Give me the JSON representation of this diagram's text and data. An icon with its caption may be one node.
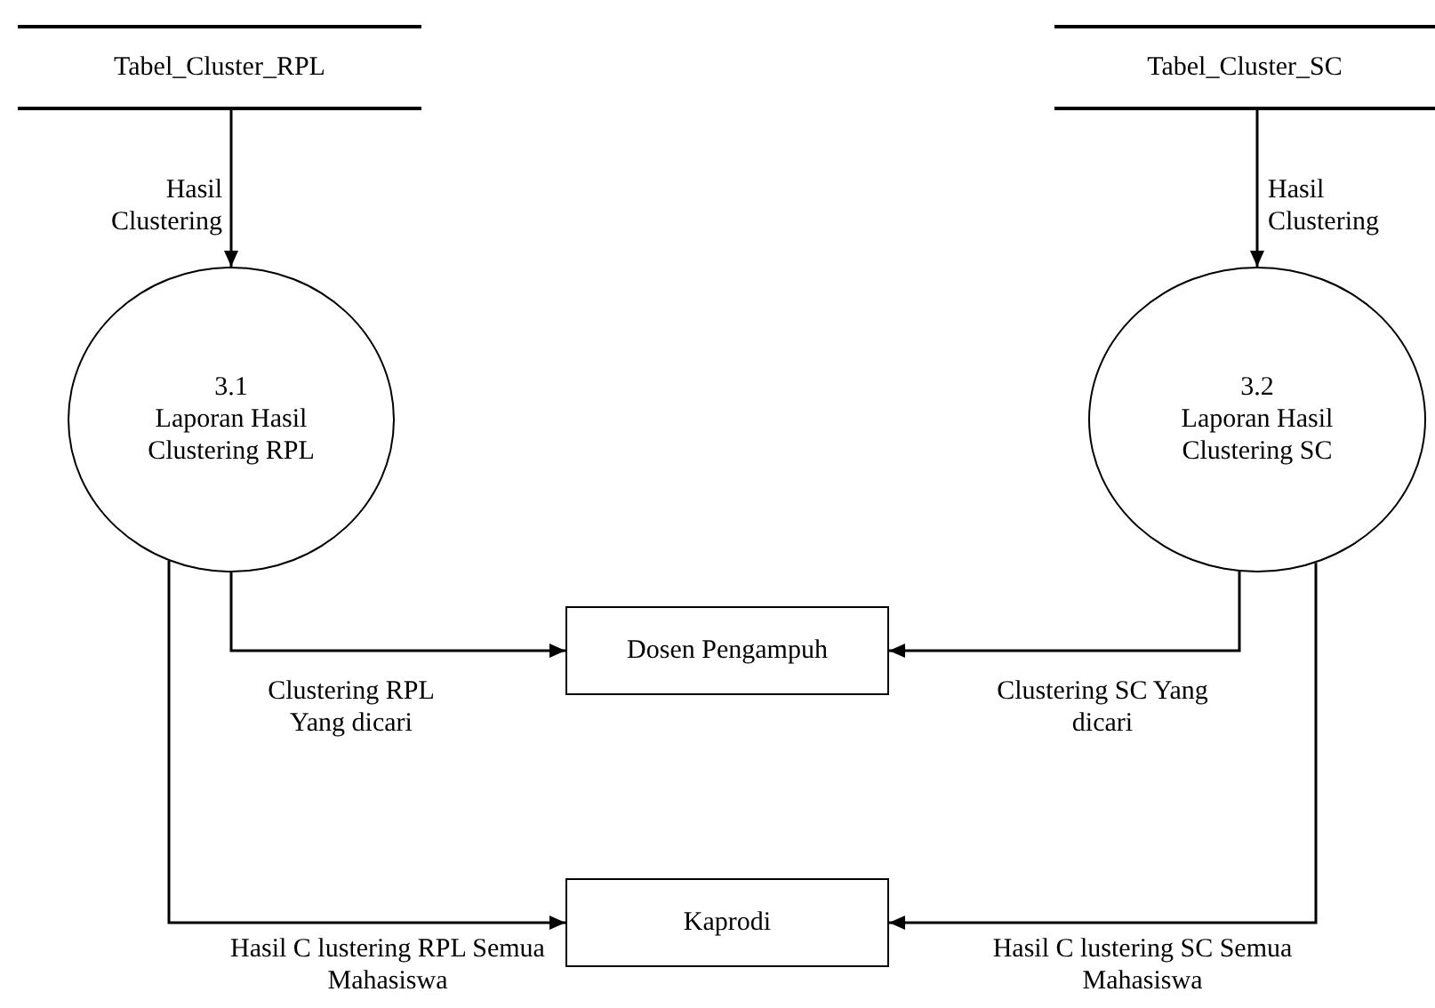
{
  "diagram": {
    "nodes": [
      {
        "text": [
          "Tabel_Cluster_RPL"
        ]
      },
      {
        "text": [
          "Tabel_Cluster_SC"
        ]
      },
      {
        "text": [
          "3.1",
          "Laporan Hasil Clustering RPL"
        ]
      },
      {
        "text": [
          "3.2",
          "Laporan Hasil Clustering SC"
        ]
      },
      {
        "text": [
          "Dosen Pengampuh"
        ]
      },
      {
        "text": [
          "Kaprodi"
        ]
      }
    ],
    "edges": [
      {
        "from": 0,
        "to": 2,
        "arrow": "to",
        "label": "Hasil Clustering"
      },
      {
        "from": 1,
        "to": 3,
        "arrow": "to",
        "label": "Hasil Clustering"
      },
      {
        "from": 2,
        "to": 4,
        "arrow": "to",
        "label": "Clustering RPL Yang dicari"
      },
      {
        "from": 3,
        "to": 4,
        "arrow": "to",
        "label": "Clustering SC Yang dicari"
      },
      {
        "from": 2,
        "to": 5,
        "arrow": "to",
        "label": "Hasil C lustering RPL Semua Mahasiswa"
      },
      {
        "from": 3,
        "to": 5,
        "arrow": "to",
        "label": "Hasil C lustering SC Semua Mahasiswa"
      }
    ]
  }
}
